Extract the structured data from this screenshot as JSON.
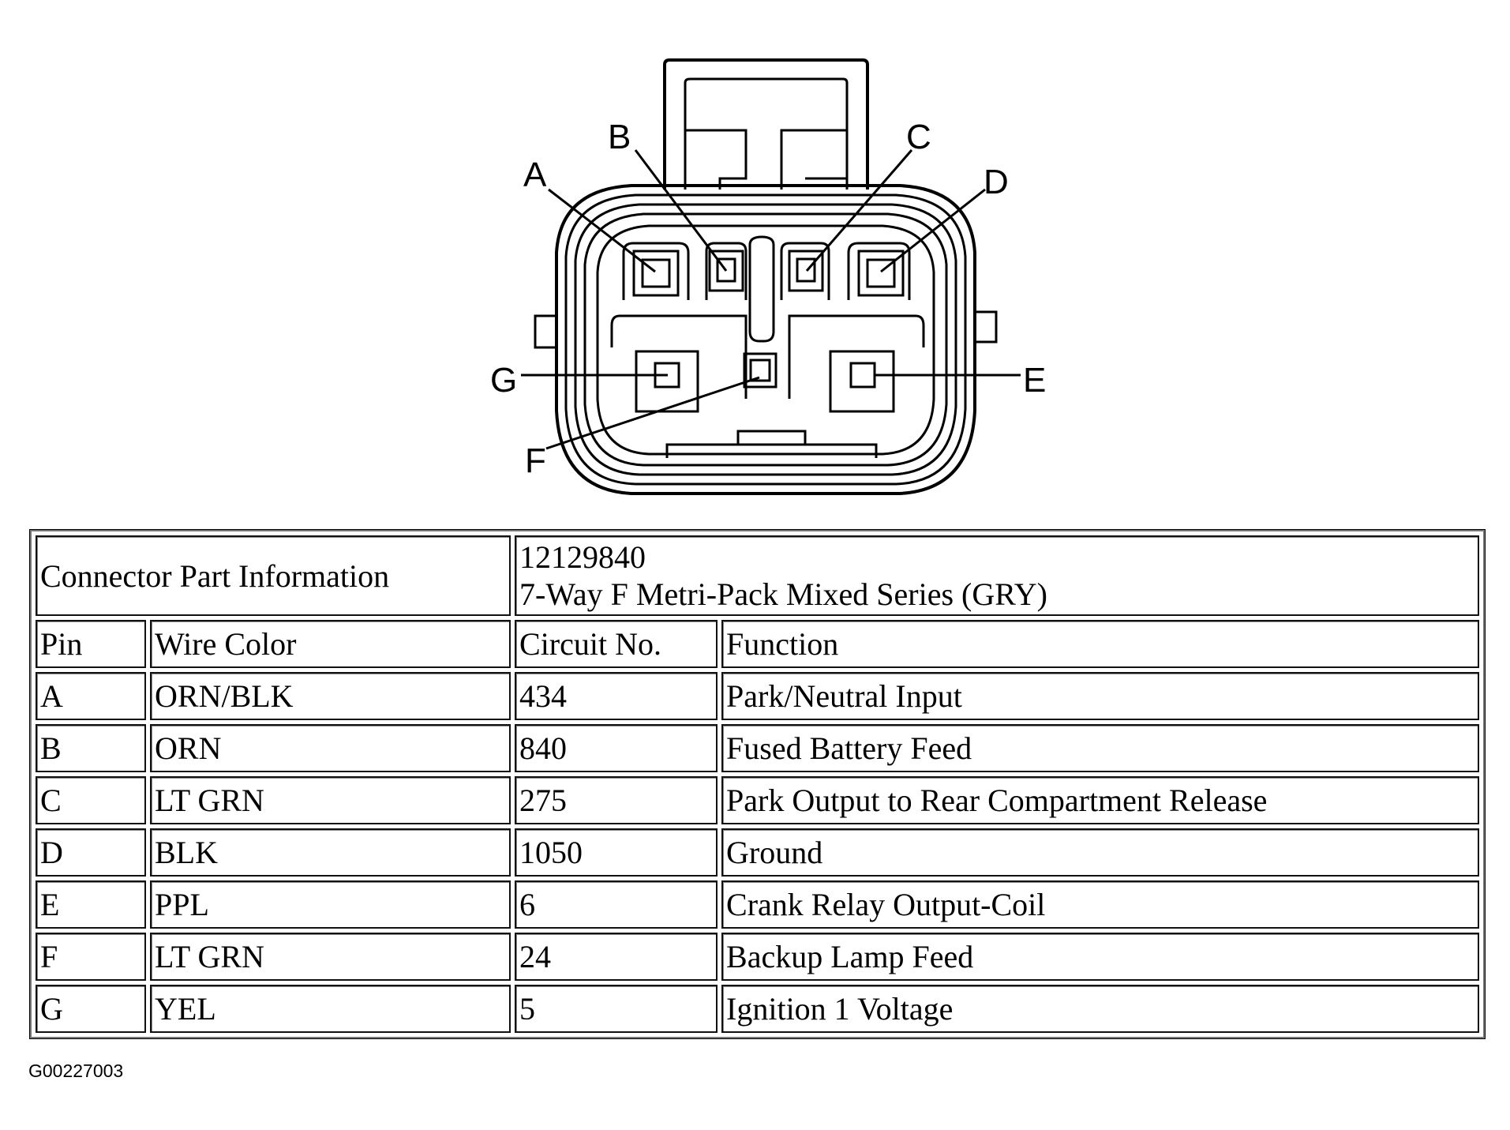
{
  "diagram": {
    "pin_labels": [
      "A",
      "B",
      "C",
      "D",
      "E",
      "F",
      "G"
    ]
  },
  "connector_info": {
    "label": "Connector Part Information",
    "part_number": "12129840",
    "description": "7-Way F Metri-Pack Mixed Series (GRY)"
  },
  "table": {
    "headers": [
      "Pin",
      "Wire Color",
      "Circuit No.",
      "Function"
    ],
    "rows": [
      {
        "pin": "A",
        "wire_color": "ORN/BLK",
        "circuit": "434",
        "function": "Park/Neutral Input"
      },
      {
        "pin": "B",
        "wire_color": "ORN",
        "circuit": "840",
        "function": "Fused Battery Feed"
      },
      {
        "pin": "C",
        "wire_color": "LT GRN",
        "circuit": "275",
        "function": "Park Output to Rear Compartment Release"
      },
      {
        "pin": "D",
        "wire_color": "BLK",
        "circuit": "1050",
        "function": "Ground"
      },
      {
        "pin": "E",
        "wire_color": "PPL",
        "circuit": "6",
        "function": "Crank Relay Output-Coil"
      },
      {
        "pin": "F",
        "wire_color": "LT GRN",
        "circuit": "24",
        "function": "Backup Lamp Feed"
      },
      {
        "pin": "G",
        "wire_color": "YEL",
        "circuit": "5",
        "function": "Ignition 1 Voltage"
      }
    ]
  },
  "figure_id": "G00227003"
}
